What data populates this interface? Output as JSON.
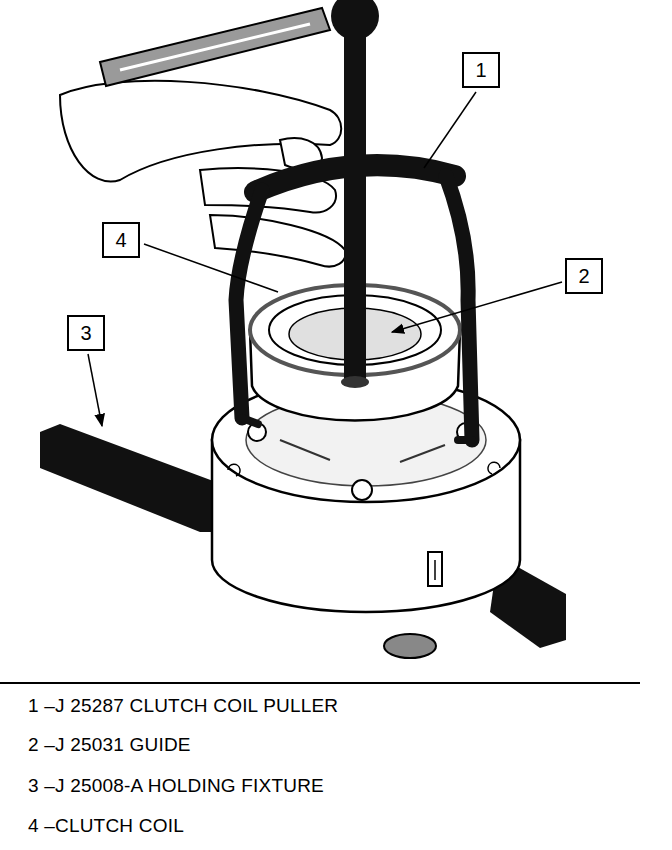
{
  "diagram": {
    "nodes": [
      {
        "text": [
          "1"
        ]
      },
      {
        "text": [
          "4"
        ]
      },
      {
        "text": [
          "2"
        ]
      },
      {
        "text": [
          "3"
        ]
      }
    ],
    "labels": [
      "1 –J 25287 CLUTCH COIL PULLER",
      "2 –J 25031 GUIDE",
      "3 –J 25008-A HOLDING FIXTURE",
      "4 –CLUTCH COIL"
    ]
  }
}
